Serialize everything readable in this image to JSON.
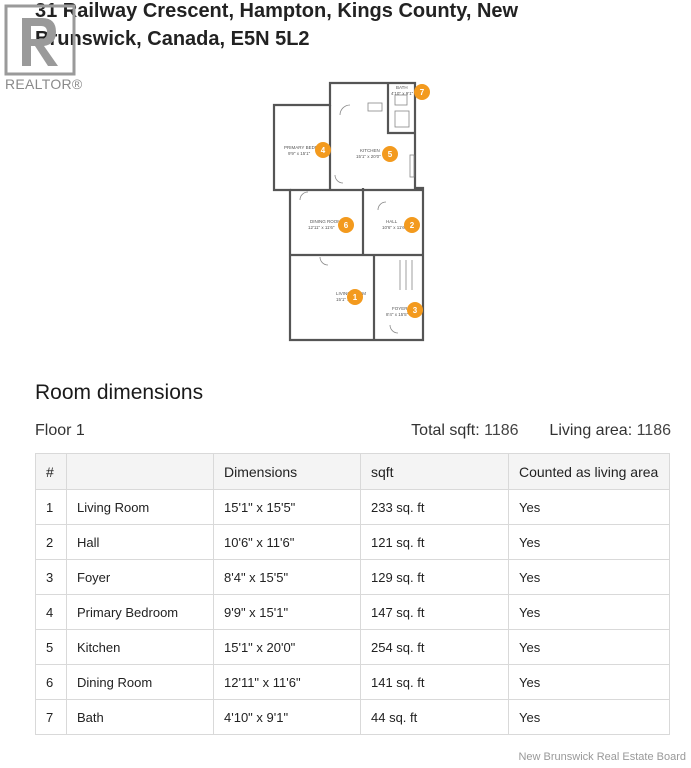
{
  "header": {
    "address": "31 Railway Crescent, Hampton, Kings County, New Brunswick, Canada, E5N 5L2",
    "logo_text": "REALTOR®"
  },
  "floorplan": {
    "rooms": [
      {
        "label": "LIVING ROOM",
        "dims": "15'1\" x 15'5\"",
        "marker": "1"
      },
      {
        "label": "HALL",
        "dims": "10'6\" x 11'6\"",
        "marker": "2"
      },
      {
        "label": "FOYER",
        "dims": "8'4\" x 15'5\"",
        "marker": "3"
      },
      {
        "label": "PRIMARY BEDR..",
        "dims": "9'9\" x 15'1\"",
        "marker": "4"
      },
      {
        "label": "KITCHEN",
        "dims": "15'1\" x 20'0\"",
        "marker": "5"
      },
      {
        "label": "DINING ROOM",
        "dims": "12'11\" x 11'6\"",
        "marker": "6"
      },
      {
        "label": "BATH",
        "dims": "4'10\" x 9'1\"",
        "marker": "7"
      }
    ]
  },
  "section_title": "Room dimensions",
  "floor": {
    "label": "Floor 1",
    "total_label": "Total sqft:",
    "total_value": "1186",
    "living_label": "Living area:",
    "living_value": "1186"
  },
  "table": {
    "headers": [
      "#",
      "",
      "Dimensions",
      "sqft",
      "Counted as living area"
    ],
    "rows": [
      [
        "1",
        "Living Room",
        "15'1\" x 15'5\"",
        "233 sq. ft",
        "Yes"
      ],
      [
        "2",
        "Hall",
        "10'6\" x 11'6\"",
        "121 sq. ft",
        "Yes"
      ],
      [
        "3",
        "Foyer",
        "8'4\" x 15'5\"",
        "129 sq. ft",
        "Yes"
      ],
      [
        "4",
        "Primary Bedroom",
        "9'9\" x 15'1\"",
        "147 sq. ft",
        "Yes"
      ],
      [
        "5",
        "Kitchen",
        "15'1\" x 20'0\"",
        "254 sq. ft",
        "Yes"
      ],
      [
        "6",
        "Dining Room",
        "12'11\" x 11'6\"",
        "141 sq. ft",
        "Yes"
      ],
      [
        "7",
        "Bath",
        "4'10\" x 9'1\"",
        "44 sq. ft",
        "Yes"
      ]
    ]
  },
  "footer": "New Brunswick Real Estate Board",
  "colors": {
    "marker": "#f39a1e",
    "wall": "#555555",
    "table_header_bg": "#f4f4f4",
    "table_border": "#d9d9d9"
  }
}
